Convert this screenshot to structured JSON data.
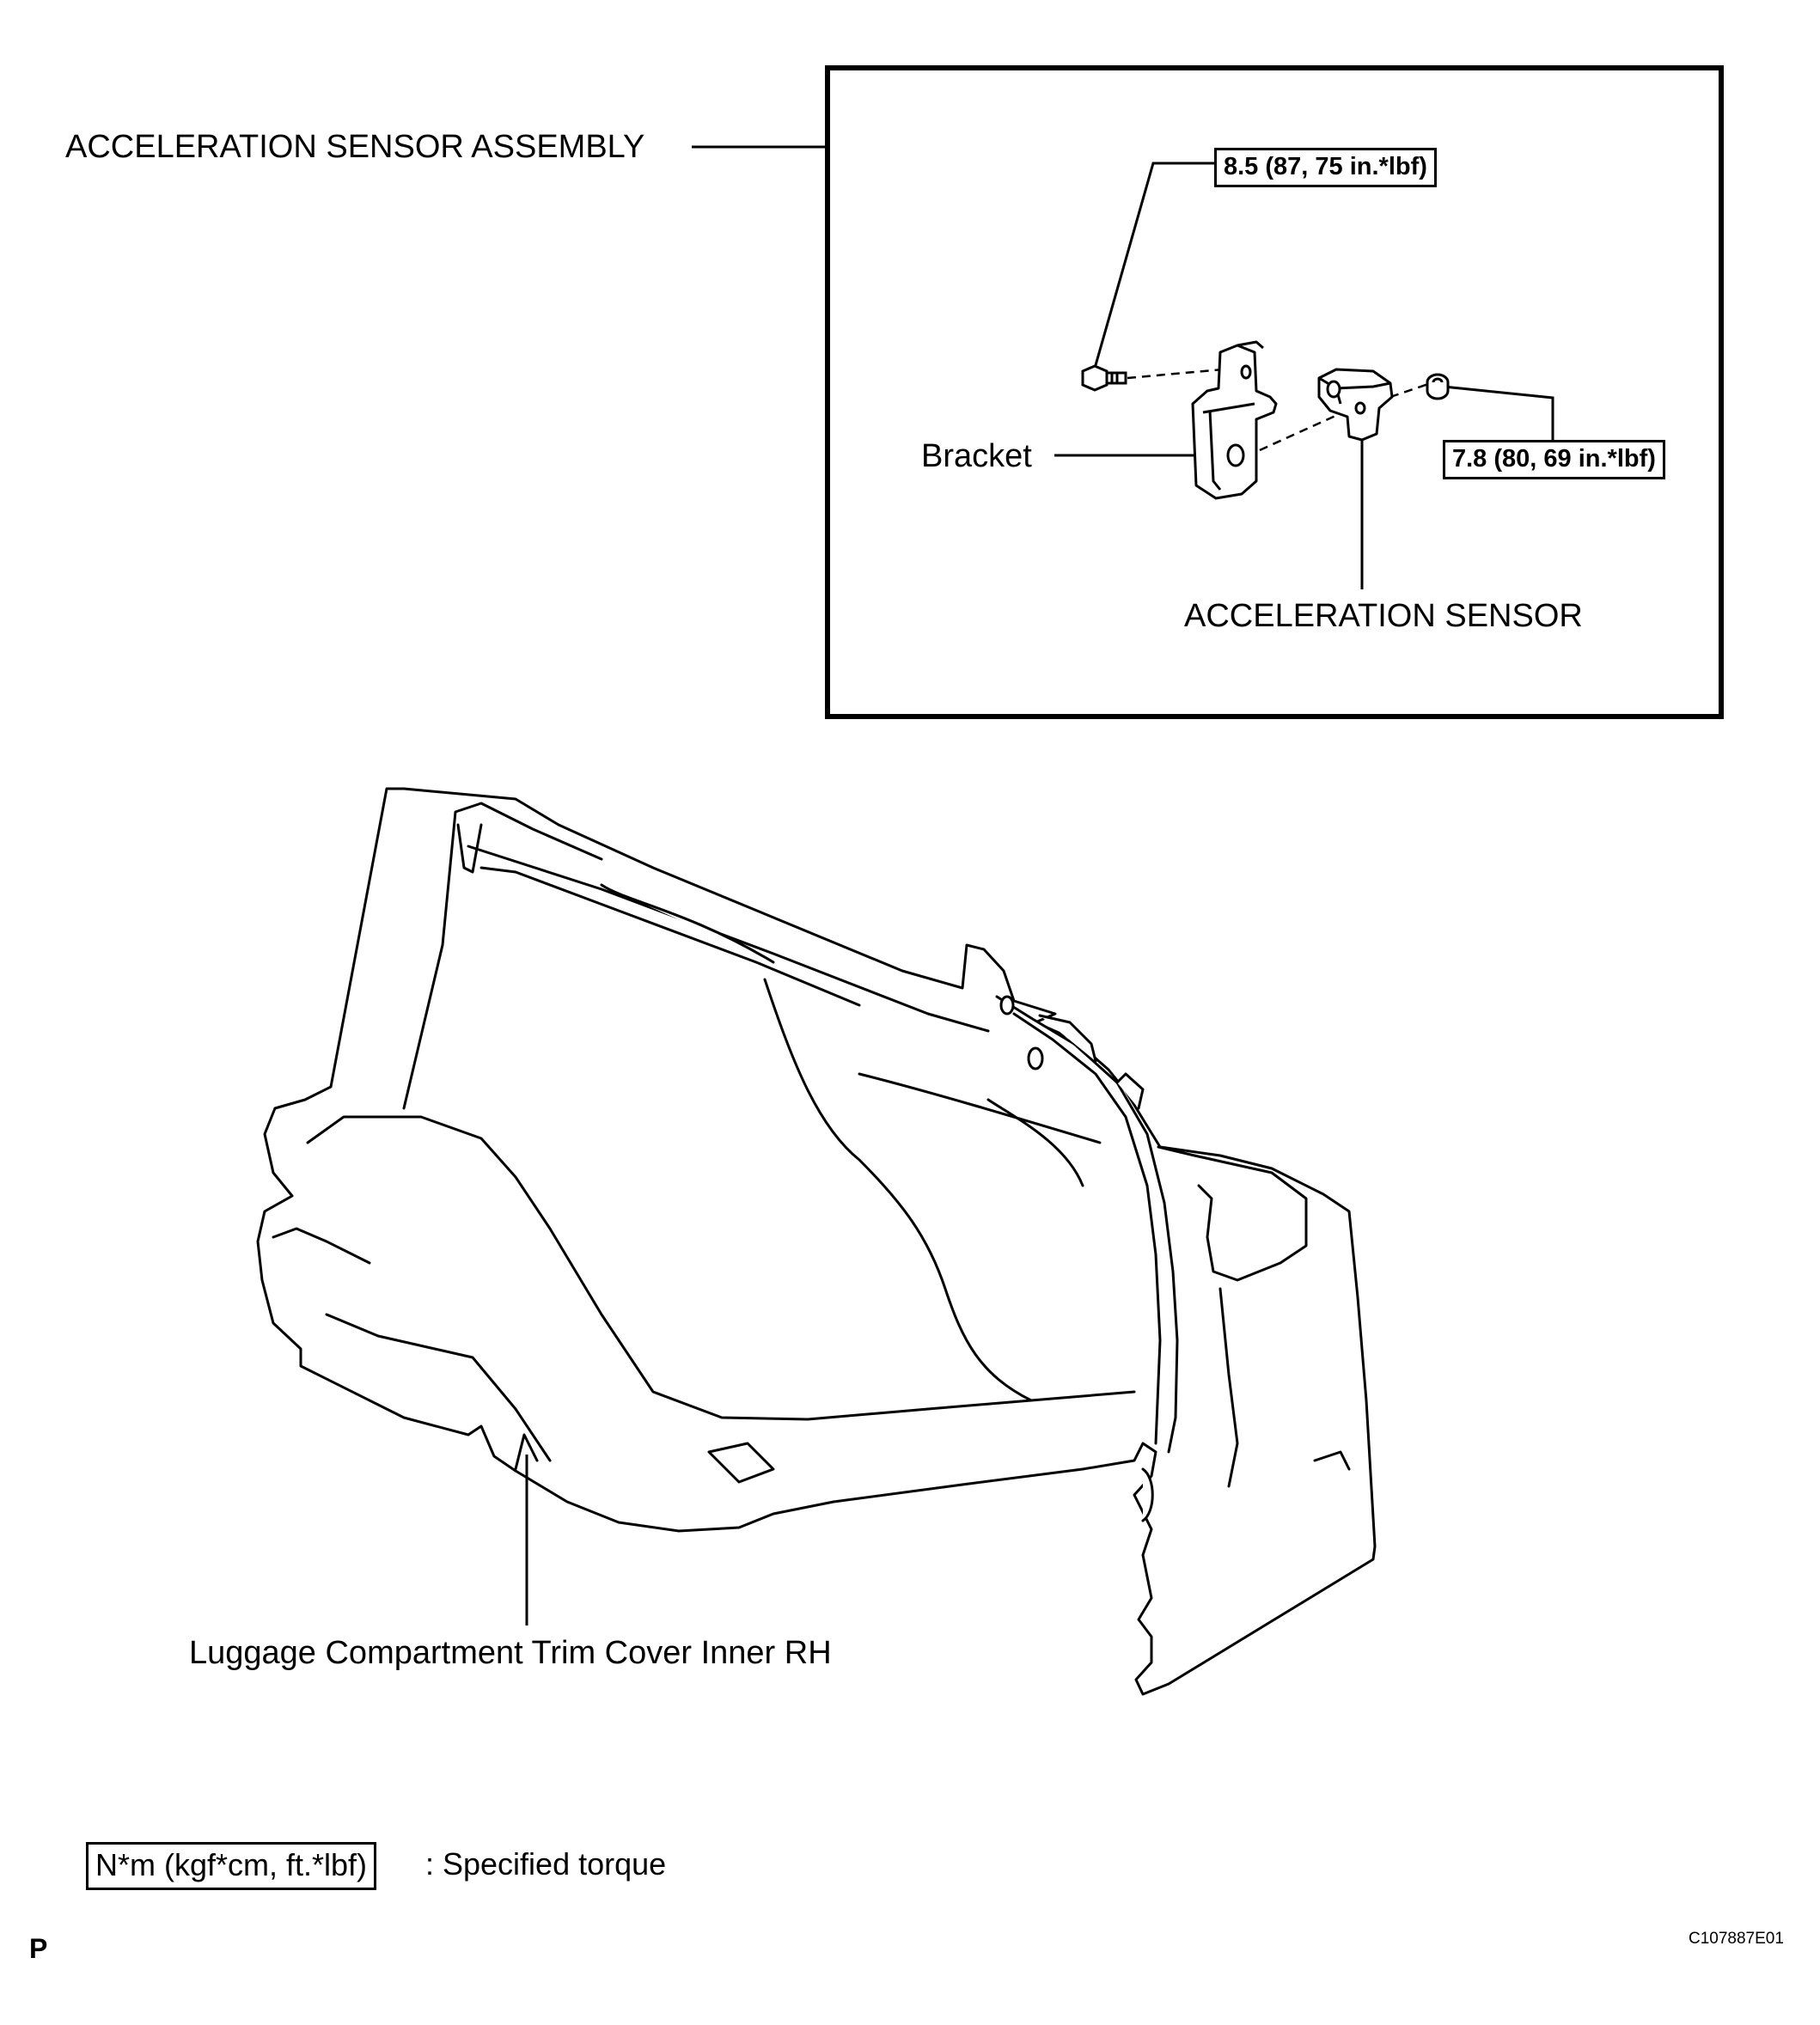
{
  "labels": {
    "assembly": "ACCELERATION SENSOR ASSEMBLY",
    "bracket": "Bracket",
    "sensor": "ACCELERATION SENSOR",
    "trim_cover": "Luggage Compartment Trim Cover Inner RH"
  },
  "torque_specs": {
    "bolt": "8.5 (87, 75 in.*lbf)",
    "nut": "7.8 (80, 69 in.*lbf)"
  },
  "legend": {
    "unit": "N*m (kgf*cm, ft.*lbf)",
    "description": ": Specified torque"
  },
  "footer": {
    "left_mark": "P",
    "figure_code": "C107887E01"
  },
  "colors": {
    "line": "#000000",
    "background": "#ffffff"
  }
}
